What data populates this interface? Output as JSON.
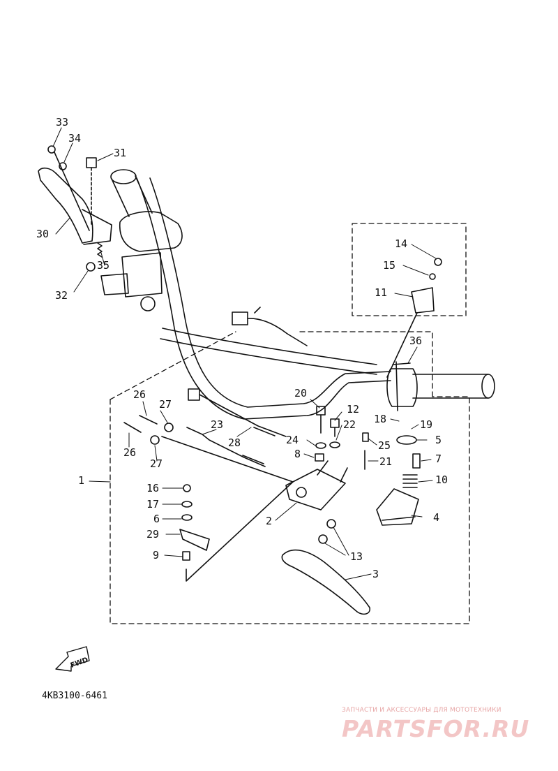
{
  "callouts": [
    {
      "id": "33",
      "label": "33"
    },
    {
      "id": "34",
      "label": "34"
    },
    {
      "id": "31",
      "label": "31"
    },
    {
      "id": "30",
      "label": "30"
    },
    {
      "id": "35",
      "label": "35"
    },
    {
      "id": "32",
      "label": "32"
    },
    {
      "id": "14",
      "label": "14"
    },
    {
      "id": "15",
      "label": "15"
    },
    {
      "id": "11",
      "label": "11"
    },
    {
      "id": "36",
      "label": "36"
    },
    {
      "id": "20",
      "label": "20"
    },
    {
      "id": "12",
      "label": "12"
    },
    {
      "id": "18",
      "label": "18"
    },
    {
      "id": "19",
      "label": "19"
    },
    {
      "id": "22",
      "label": "22"
    },
    {
      "id": "5",
      "label": "5"
    },
    {
      "id": "24",
      "label": "24"
    },
    {
      "id": "25",
      "label": "25"
    },
    {
      "id": "8",
      "label": "8"
    },
    {
      "id": "21",
      "label": "21"
    },
    {
      "id": "7",
      "label": "7"
    },
    {
      "id": "10",
      "label": "10"
    },
    {
      "id": "26a",
      "label": "26"
    },
    {
      "id": "27a",
      "label": "27"
    },
    {
      "id": "23",
      "label": "23"
    },
    {
      "id": "28",
      "label": "28"
    },
    {
      "id": "26b",
      "label": "26"
    },
    {
      "id": "27b",
      "label": "27"
    },
    {
      "id": "1",
      "label": "1"
    },
    {
      "id": "16",
      "label": "16"
    },
    {
      "id": "17",
      "label": "17"
    },
    {
      "id": "6",
      "label": "6"
    },
    {
      "id": "2",
      "label": "2"
    },
    {
      "id": "4",
      "label": "4"
    },
    {
      "id": "29",
      "label": "29"
    },
    {
      "id": "9",
      "label": "9"
    },
    {
      "id": "13",
      "label": "13"
    },
    {
      "id": "3",
      "label": "3"
    }
  ],
  "fwd_label": "FWD",
  "diagram_code": "4KB3100-6461",
  "watermark": {
    "subtitle": "ЗАПЧАСТИ И АКСЕССУАРЫ ДЛЯ МОТОТЕХНИКИ",
    "logo": "PARTSFOR.RU"
  },
  "colors": {
    "line": "#111111",
    "watermark": "#f3c6c6"
  }
}
